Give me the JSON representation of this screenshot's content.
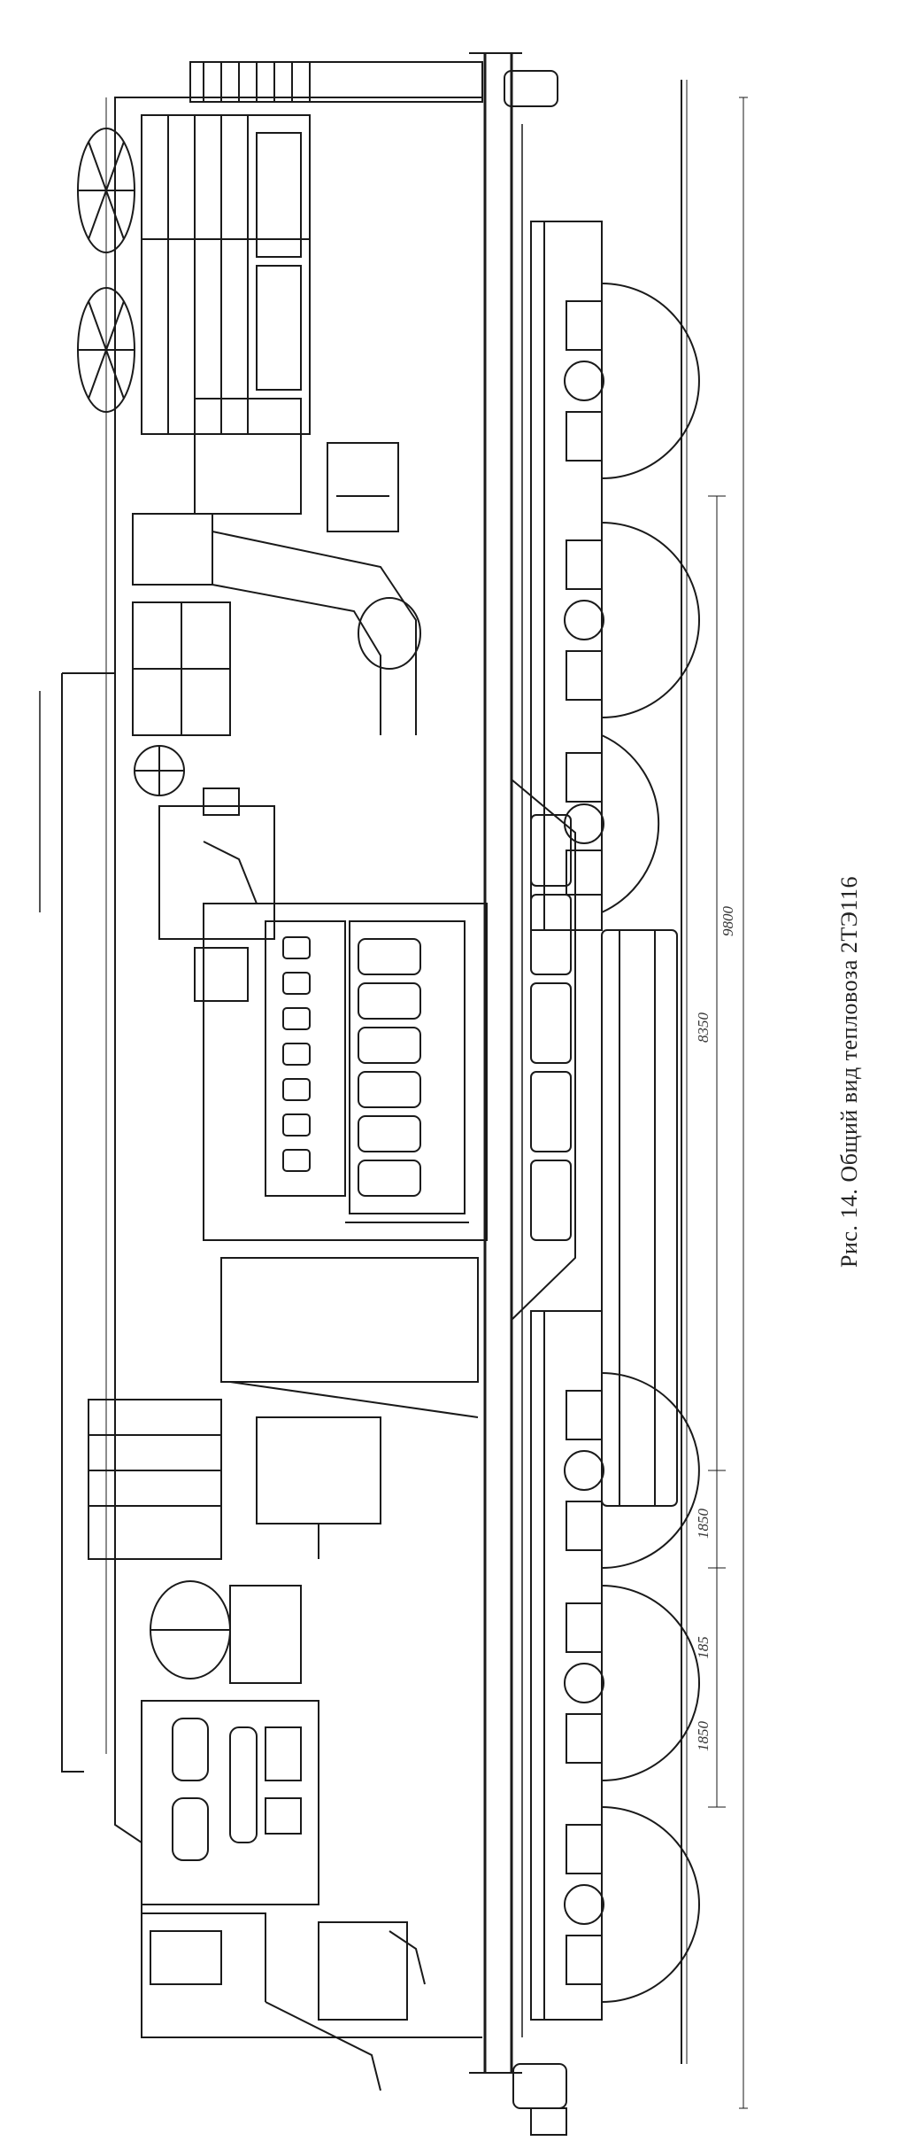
{
  "caption": "Рис. 14. Общий вид тепловоза 2ТЭ116",
  "dimensions": {
    "total_length": "9800",
    "bogie_spacing": "8350",
    "axle_spacing_a": "1850",
    "axle_spacing_b": "1850",
    "axle_gap": "185"
  },
  "colors": {
    "ink": "#1a1a1a",
    "paper": "#ffffff"
  }
}
